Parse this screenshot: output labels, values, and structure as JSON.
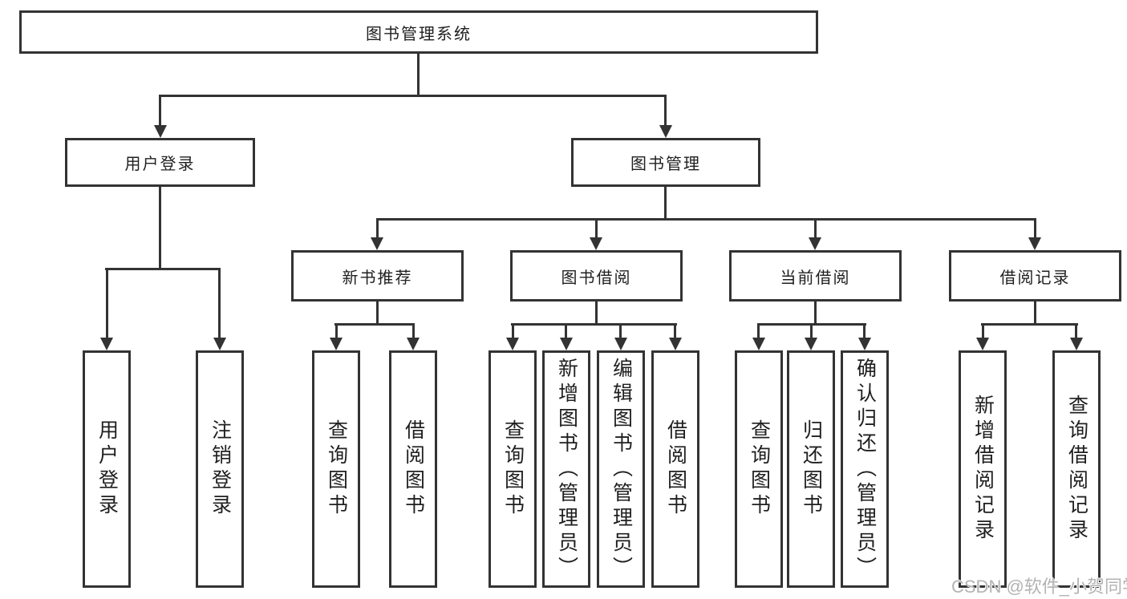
{
  "tree": {
    "label": "图书管理系统",
    "children": [
      {
        "label": "用户登录",
        "children": [
          {
            "label": "用户登录"
          },
          {
            "label": "注销登录"
          }
        ]
      },
      {
        "label": "图书管理",
        "children": [
          {
            "label": "新书推荐",
            "children": [
              {
                "label": "查询图书"
              },
              {
                "label": "借阅图书"
              }
            ]
          },
          {
            "label": "图书借阅",
            "children": [
              {
                "label": "查询图书"
              },
              {
                "label": "新增图书（管理员）"
              },
              {
                "label": "编辑图书（管理员）"
              },
              {
                "label": "借阅图书"
              }
            ]
          },
          {
            "label": "当前借阅",
            "children": [
              {
                "label": "查询图书"
              },
              {
                "label": "归还图书"
              },
              {
                "label": "确认归还（管理员）"
              }
            ]
          },
          {
            "label": "借阅记录",
            "children": [
              {
                "label": "新增借阅记录"
              },
              {
                "label": "查询借阅记录"
              }
            ]
          }
        ]
      }
    ]
  },
  "watermark": {
    "text": "CSDN @软件_小贺同学"
  },
  "colors": {
    "line": "#333333",
    "text": "#1f1f1f",
    "box-bg": "#ffffff",
    "watermark": "#b3b3b3",
    "bg": "#ffffff"
  }
}
